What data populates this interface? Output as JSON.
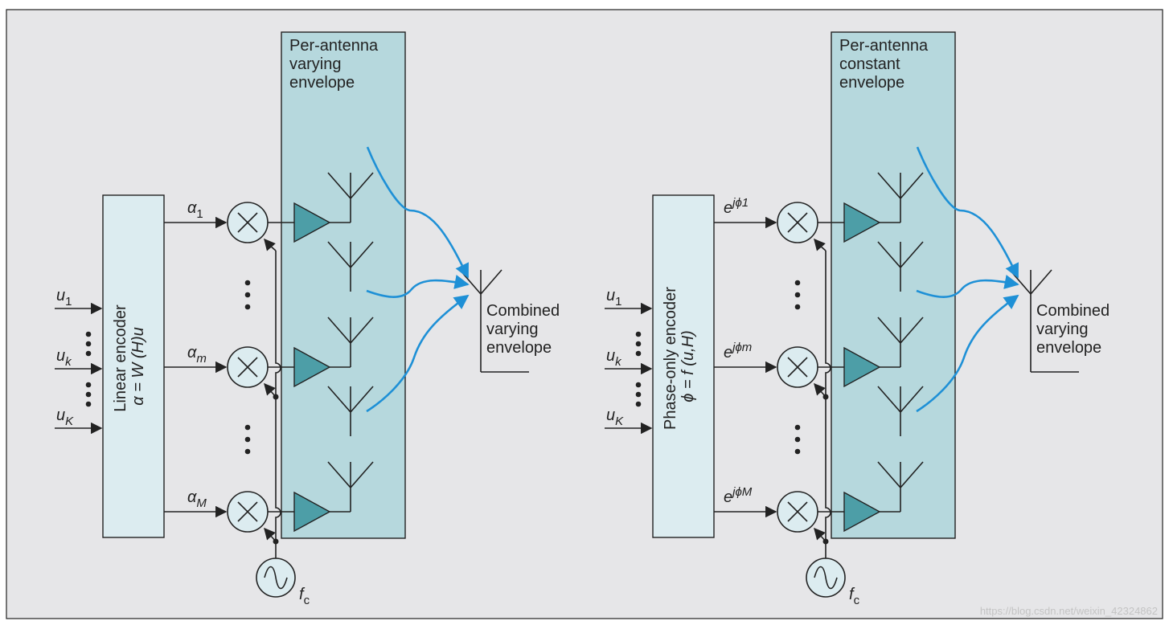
{
  "colors": {
    "background": "#e6e6e8",
    "panel": "#b6d8dd",
    "encoder_box": "#dcecf0",
    "amplifier": "#4d9ea7",
    "wave_arrow": "#1e90d6",
    "line": "#222222"
  },
  "left": {
    "panel_title": [
      "Per-antenna",
      "varying",
      "envelope"
    ],
    "encoder_title": "Linear encoder",
    "encoder_formula": "α = W (H)u",
    "signals": [
      {
        "sym": "α",
        "sub": "1",
        "sub_italic": false
      },
      {
        "sym": "α",
        "sub": "m",
        "sub_italic": true
      },
      {
        "sym": "α",
        "sub": "M",
        "sub_italic": true
      }
    ],
    "combined": [
      "Combined",
      "varying",
      "envelope"
    ]
  },
  "right": {
    "panel_title": [
      "Per-antenna",
      "constant",
      "envelope"
    ],
    "encoder_title": "Phase-only encoder",
    "encoder_formula": "ϕ = f (u,H)",
    "signals": [
      {
        "sym": "e",
        "sup": "jϕ1"
      },
      {
        "sym": "e",
        "sup": "jϕm"
      },
      {
        "sym": "e",
        "sup": "jϕM"
      }
    ],
    "combined": [
      "Combined",
      "varying",
      "envelope"
    ]
  },
  "inputs": [
    {
      "sym": "u",
      "sub": "1",
      "sub_italic": false
    },
    {
      "sym": "u",
      "sub": "k",
      "sub_italic": true
    },
    {
      "sym": "u",
      "sub": "K",
      "sub_italic": true
    }
  ],
  "oscillator": {
    "sym": "f",
    "sub": "c"
  },
  "watermark": "https://blog.csdn.net/weixin_42324862"
}
